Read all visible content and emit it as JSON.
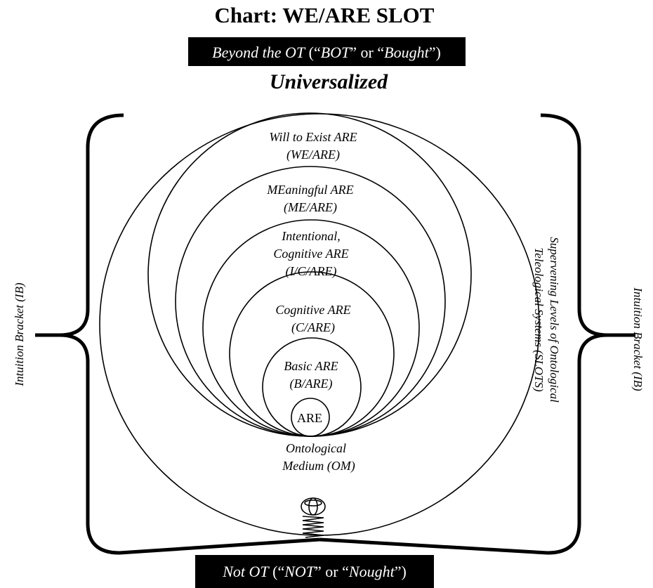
{
  "title": "Chart: WE/ARE SLOT",
  "top_banner": {
    "pre": "Beyond the OT",
    "mid1": " (“",
    "a": "BOT",
    "mid2": "” or “",
    "b": "Bought",
    "post": "”)"
  },
  "universalized": "Universalized",
  "bottom_banner": {
    "pre": "Not OT",
    "mid1": " (“",
    "a": "NOT",
    "mid2": "” or “",
    "b": "Nought",
    "post": "”)"
  },
  "levels": [
    {
      "line1": "Will to Exist ARE",
      "line2": "(WE/ARE)"
    },
    {
      "line1": "MEaningful ARE",
      "line2": "(ME/ARE)"
    },
    {
      "line0": "Intentional,",
      "line1": "Cognitive ARE",
      "line2": "(I/C/ARE)"
    },
    {
      "line1": "Cognitive ARE",
      "line2": "(C/ARE)"
    },
    {
      "line1": "Basic ARE",
      "line2": "(B/ARE)"
    },
    {
      "line1": "ARE"
    }
  ],
  "medium": {
    "line1": "Ontological",
    "line2": "Medium (OM)"
  },
  "left_bracket_label": "Intuition Bracket (IB)",
  "right_bracket_label": "Intuition Bracket (IB)",
  "slots_label": {
    "line1": "Supervening Levels of Ontological",
    "line2": "Teleological Systems (SLOTS)"
  }
}
